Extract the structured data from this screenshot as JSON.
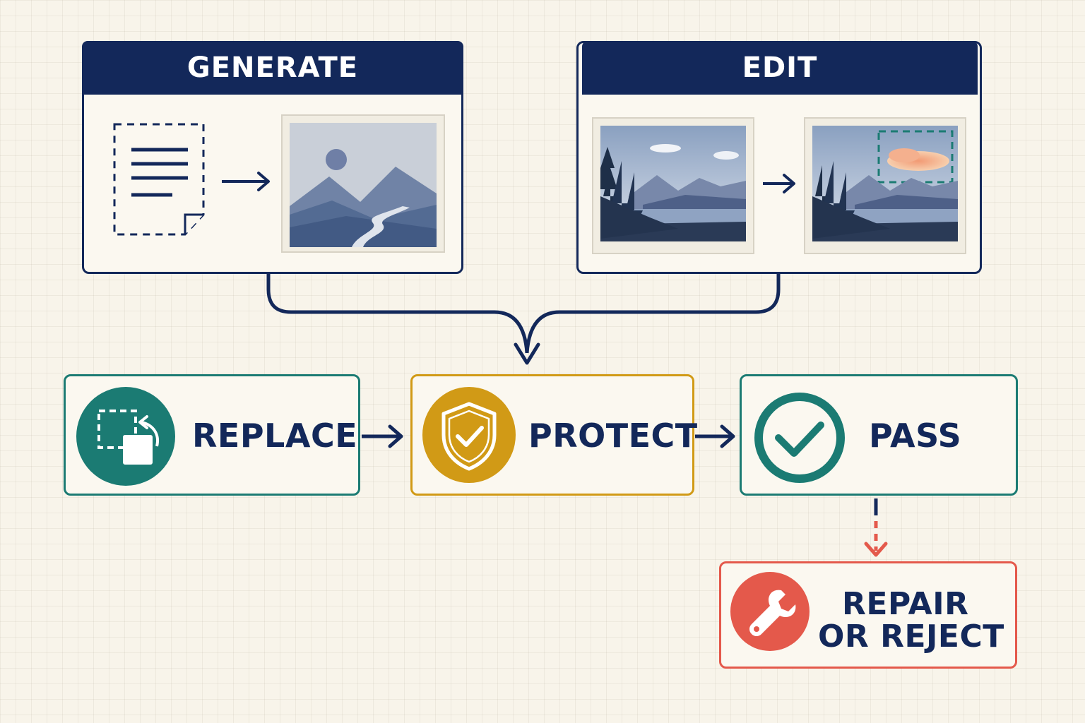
{
  "top_panels": {
    "generate": {
      "title": "GENERATE"
    },
    "edit": {
      "title": "EDIT"
    }
  },
  "steps": {
    "replace": {
      "label": "REPLACE",
      "color": "#1b7b73"
    },
    "protect": {
      "label": "PROTECT",
      "color": "#d19a16"
    },
    "pass": {
      "label": "PASS",
      "color": "#1b7b73"
    },
    "repair_or_reject": {
      "line1": "REPAIR",
      "line2": "OR REJECT",
      "color": "#e4594b"
    }
  },
  "colors": {
    "navy": "#13285a",
    "background": "#f8f4ea"
  },
  "icons": {
    "generate_input": "text-document-icon",
    "generate_output": "landscape-image-icon",
    "edit_input": "forest-lake-photo-icon",
    "edit_output": "edited-forest-lake-photo-icon",
    "replace": "replace-region-icon",
    "protect": "shield-check-icon",
    "pass": "check-circle-icon",
    "repair": "wrench-icon"
  }
}
